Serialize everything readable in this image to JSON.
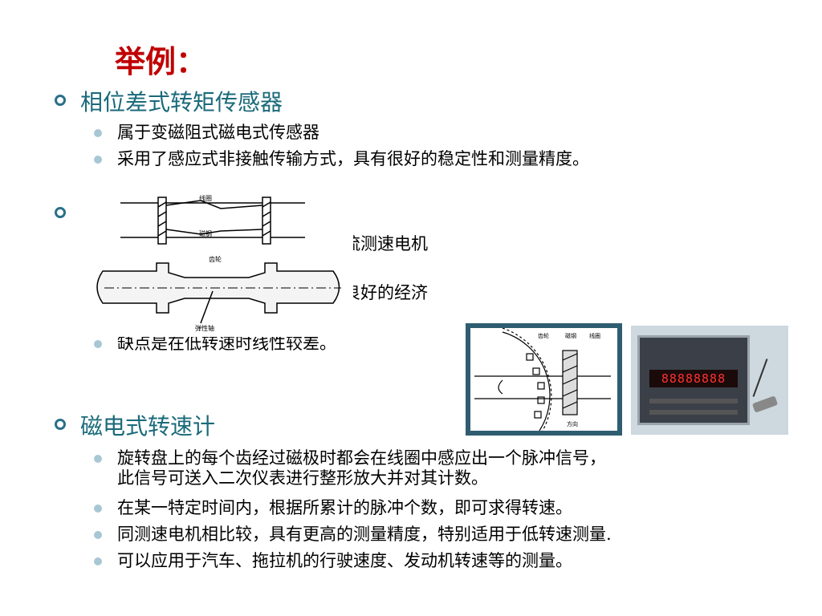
{
  "slide": {
    "title": "举例：",
    "sections": [
      {
        "heading": "相位差式转矩传感器",
        "bullets": [
          "属于变磁阻式磁电式传感器",
          "采用了感应式非接触传输方式，具有很好的稳定性和测量精度。"
        ]
      },
      {
        "heading": "",
        "bullets": [
          "台架试验中，经常采用永磁式直流测速电机",
          "不需要配套二次仪表，因而具有良好的经济",
          "缺点是在低转速时线性较差。"
        ]
      },
      {
        "heading": "磁电式转速计",
        "bullets": [
          "旋转盘上的每个齿经过磁极时都会在线圈中感应出一个脉冲信号，",
          "此信号可送入二次仪表进行整形放大并对其计数。",
          "在某一特定时间内，根据所累计的脉冲个数，即可求得转速。",
          "同测速电机相比较，具有更高的测量精度，特别适用于低转速测量.",
          "可以应用于汽车、拖拉机的行驶速度、发动机转速等的测量。"
        ]
      }
    ]
  },
  "figures": {
    "torque_labels": [
      "线圈",
      "磁钢",
      "齿轮",
      "弹性轴"
    ],
    "sensor_labels": [
      "齿轮",
      "磁钢",
      "线圈"
    ],
    "sensor_label_bottom": "方向",
    "meter_display": "88888888"
  },
  "colors": {
    "title": "#c00000",
    "heading": "#1a6a7a",
    "bullet": "#a8c7d4"
  }
}
